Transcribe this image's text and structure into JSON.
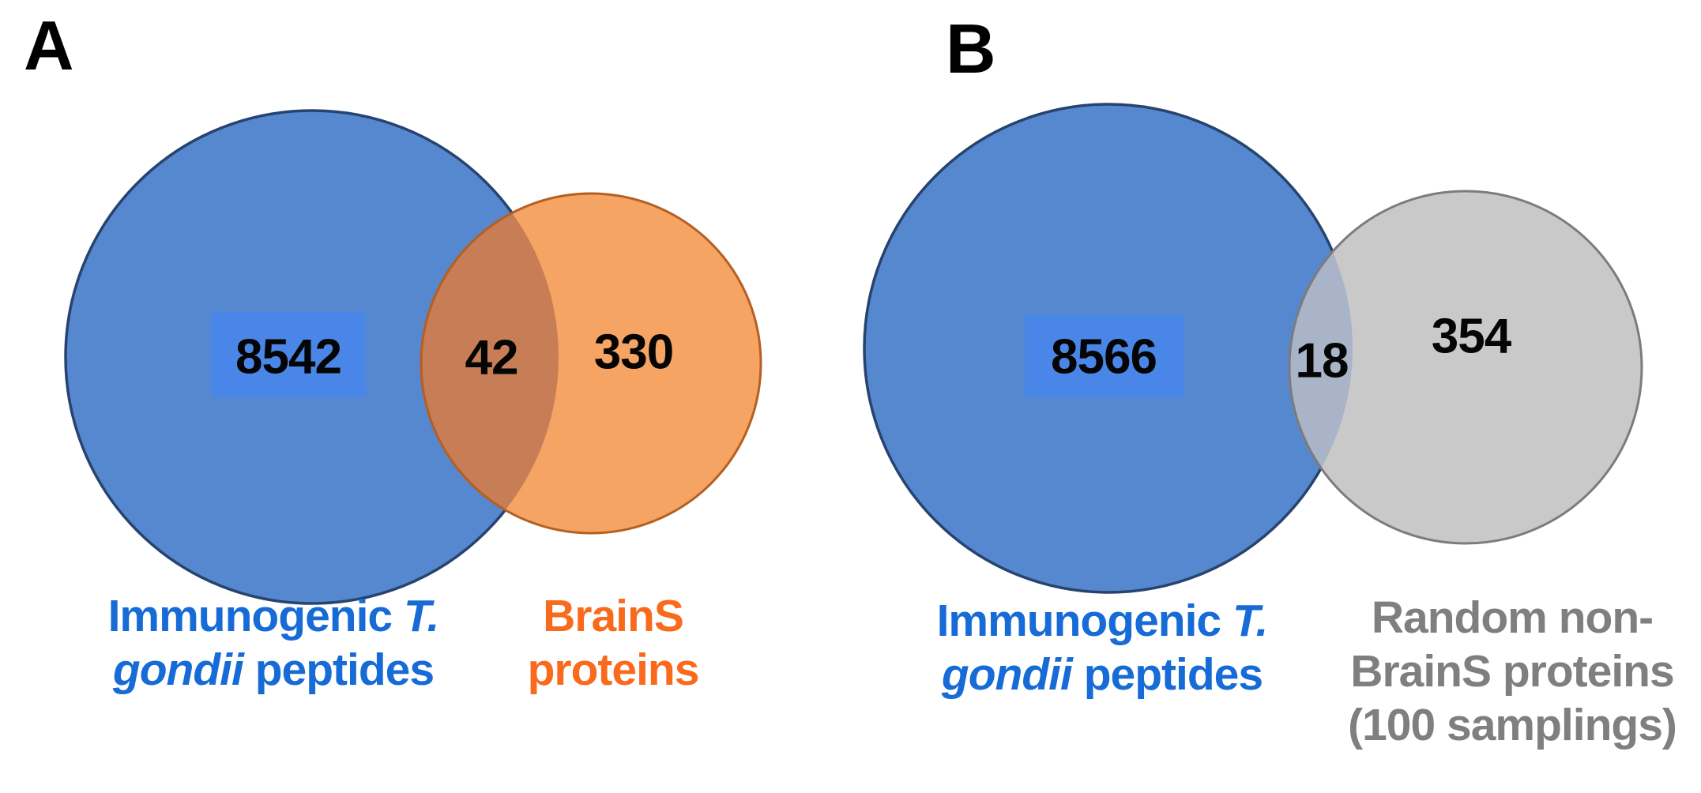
{
  "colors": {
    "background": "#ffffff",
    "panel_letter_text": "#000000",
    "count_text": "#050505",
    "blue_set_fill": "#5588cf",
    "blue_set_stroke": "#27436f",
    "blue_highlight_box": "#4a86e8",
    "blue_label_text": "#176bd6",
    "orange_set_fill": "#f6a464",
    "orange_set_stroke": "#b55f23",
    "overlap_blue_orange": "#c77d55",
    "orange_label_text": "#fa6a1c",
    "gray_set_fill": "#c9c9c9",
    "gray_set_stroke": "#7c7c7c",
    "overlap_blue_gray": "#a9b4c9",
    "gray_label_text": "#7f7f82"
  },
  "panels": [
    {
      "letter": "A",
      "left": {
        "count": "8542",
        "label_line1_regular": "Immunogenic",
        "label_line1_italic": "T.",
        "label_line2_italic": "gondii",
        "label_line2_regular": "peptides"
      },
      "right": {
        "count": "330",
        "label_lines": [
          "BrainS",
          "proteins"
        ]
      },
      "overlap_count": "42"
    },
    {
      "letter": "B",
      "left": {
        "count": "8566",
        "label_line1_regular": "Immunogenic",
        "label_line1_italic": "T.",
        "label_line2_italic": "gondii",
        "label_line2_regular": "peptides"
      },
      "right": {
        "count": "354",
        "label_lines": [
          "Random non-",
          "BrainS proteins",
          "(100 samplings)"
        ]
      },
      "overlap_count": "18"
    }
  ],
  "chart_data": {
    "type": "venn",
    "title": "",
    "panels": [
      {
        "panel": "A",
        "sets": [
          {
            "name": "Immunogenic T. gondii peptides",
            "unique": 8542,
            "color": "#5588cf"
          },
          {
            "name": "BrainS proteins",
            "unique": 330,
            "color": "#f6a464"
          }
        ],
        "intersection": 42
      },
      {
        "panel": "B",
        "sets": [
          {
            "name": "Immunogenic T. gondii peptides",
            "unique": 8566,
            "color": "#5588cf"
          },
          {
            "name": "Random non-BrainS proteins (100 samplings)",
            "unique": 354,
            "color": "#c9c9c9"
          }
        ],
        "intersection": 18
      }
    ]
  }
}
